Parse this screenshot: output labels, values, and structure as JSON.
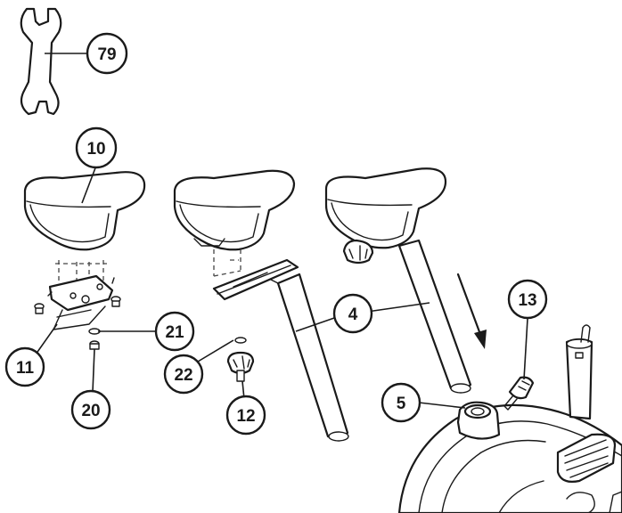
{
  "callouts": [
    {
      "id": "79",
      "label": "79"
    },
    {
      "id": "10",
      "label": "10"
    },
    {
      "id": "21",
      "label": "21"
    },
    {
      "id": "11",
      "label": "11"
    },
    {
      "id": "20",
      "label": "20"
    },
    {
      "id": "22",
      "label": "22"
    },
    {
      "id": "12",
      "label": "12"
    },
    {
      "id": "4",
      "label": "4"
    },
    {
      "id": "13",
      "label": "13"
    },
    {
      "id": "5",
      "label": "5"
    }
  ]
}
